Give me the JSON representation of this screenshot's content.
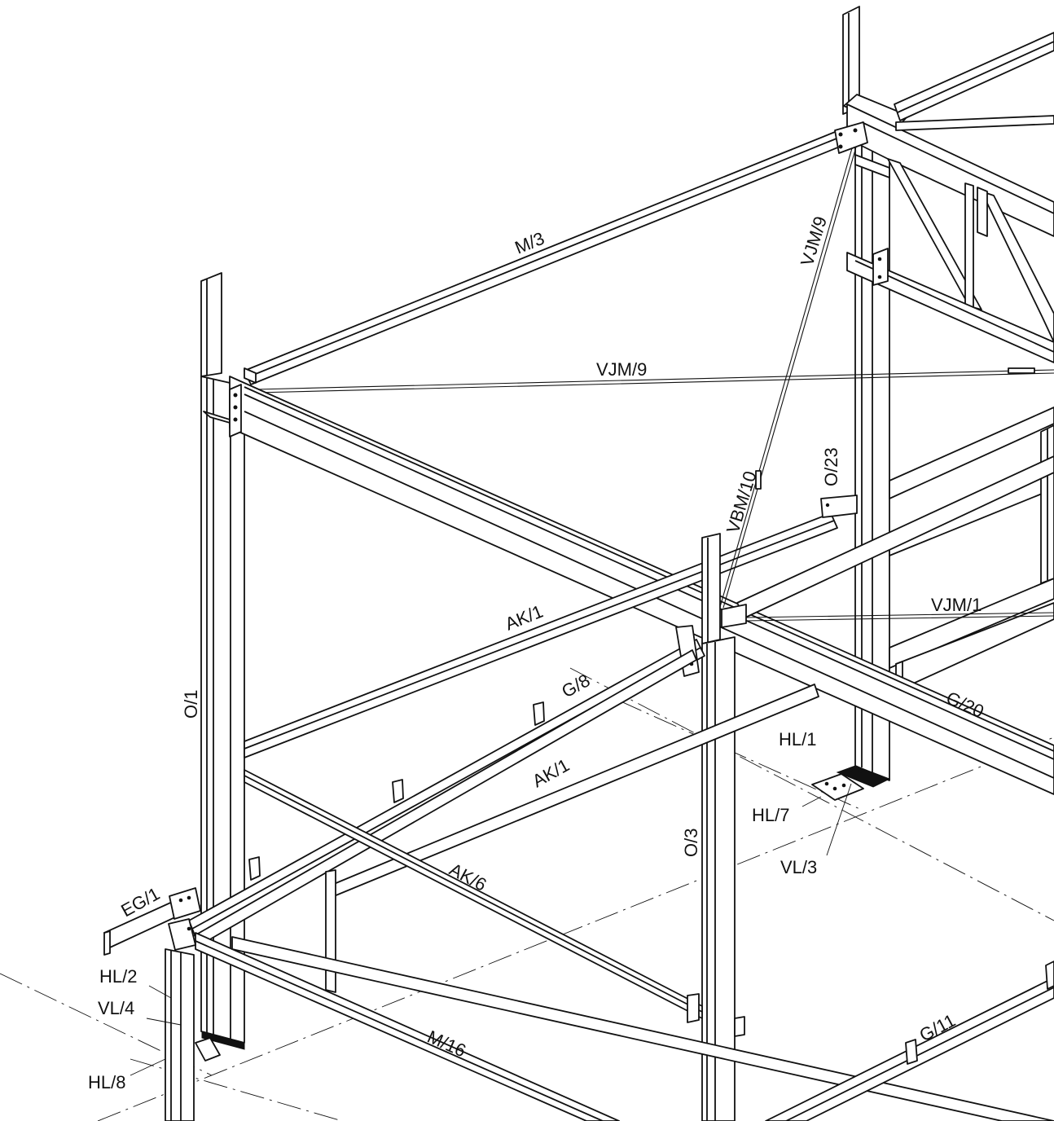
{
  "drawing": {
    "background": "#ffffff",
    "line_color": "#111111",
    "labels": {
      "m3": "M/3",
      "vjm9_diag": "VJM/9",
      "vjm9_horiz": "VJM/9",
      "o23": "O/23",
      "vbm10": "VBM/10",
      "vjm1": "VJM/1",
      "ak1_upper": "AK/1",
      "g8": "G/8",
      "g20": "G/20",
      "o1": "O/1",
      "hl1": "HL/1",
      "ak1_lower": "AK/1",
      "hl7": "HL/7",
      "o3": "O/3",
      "vl3": "VL/3",
      "ak6": "AK/6",
      "eg1": "EG/1",
      "hl2": "HL/2",
      "vl4": "VL/4",
      "hl8": "HL/8",
      "m16": "M/16",
      "g11": "G/11"
    }
  }
}
